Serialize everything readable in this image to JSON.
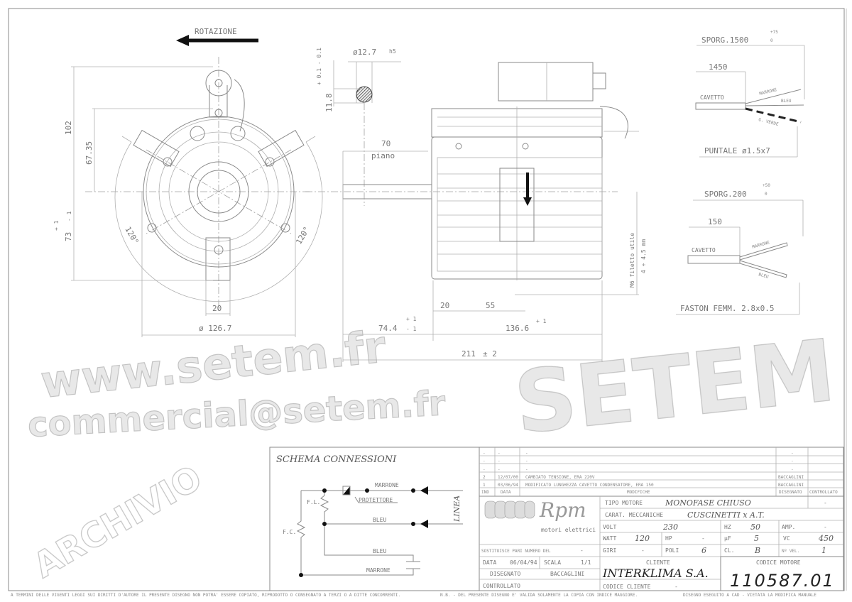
{
  "front_view": {
    "rotation_label": "ROTAZIONE",
    "dim_height_top": "102",
    "dim_height_mid": "67.35",
    "dim_height_bottom": "73",
    "dim_height_bottom_tol_plus": "+ 1",
    "dim_height_bottom_tol_minus": "- 1",
    "angle_left": "120°",
    "angle_right": "120°",
    "dim_foot_width": "20",
    "dim_diameter": "ø 126.7"
  },
  "shaft_section": {
    "diameter": "ø12.7",
    "diameter_tol": "h5",
    "flat": "11.8",
    "flat_tol": "+ 0.1  - 0.1"
  },
  "side_view": {
    "dim_flat": "70",
    "flat_label": "piano",
    "dim_20": "20",
    "dim_55": "55",
    "dim_74": "74.4",
    "dim_74_tol_plus": "+ 1",
    "dim_74_tol_minus": "- 1",
    "dim_136": "136.6",
    "dim_136_tol": "+ 1",
    "dim_total": "211",
    "dim_total_tol": "± 2",
    "thread_note": "M6 filetto utile",
    "thread_depth": "4 ÷ 4.5 mm"
  },
  "cable_main": {
    "sporg": "SPORG.1500",
    "sporg_tol_plus": "+75",
    "sporg_tol_minus": "0",
    "dim_inner": "1450",
    "cable_label": "CAVETTO",
    "wire_1": "MARRONE",
    "wire_2": "BLEU",
    "wire_3": "G. VERDE",
    "terminal": "PUNTALE ø1.5x7"
  },
  "cable_cap": {
    "sporg": "SPORG.200",
    "sporg_tol_plus": "+50",
    "sporg_tol_minus": "0",
    "dim_inner": "150",
    "cable_label": "CAVETTO",
    "wire_1": "MARRONE",
    "wire_2": "BLEU",
    "terminal": "FASTON FEMM. 2.8x0.5"
  },
  "schema": {
    "title": "SCHEMA CONNESSIONI",
    "wire_top": "MARRONE",
    "protector": "PROTETTORE",
    "wire_mid": "BLEU",
    "line": "LINEA",
    "fl": "F.L.",
    "fc": "F.C.",
    "cap_wire_1": "BLEU",
    "cap_wire_2": "MARRONE"
  },
  "revisions": {
    "rows": [
      {
        "ind": "-",
        "date": "-",
        "desc": "-",
        "drawn": "-",
        "checked": ""
      },
      {
        "ind": "-",
        "date": "-",
        "desc": "-",
        "drawn": "-",
        "checked": ""
      },
      {
        "ind": "-",
        "date": "-",
        "desc": "-",
        "drawn": "-",
        "checked": ""
      },
      {
        "ind": "2",
        "date": "12/07/00",
        "desc": "CAMBIATO TENSIONE, ERA 220V",
        "drawn": "BACCAGLINI",
        "checked": ""
      },
      {
        "ind": "1",
        "date": "03/06/94",
        "desc": "MODIFICATO LUNGHEZZA CAVETTO CONDENSATORE, ERA 150",
        "drawn": "BACCAGLINI",
        "checked": ""
      }
    ],
    "header": {
      "ind": "IND",
      "date": "DATA",
      "desc": "MODIFICHE",
      "drawn": "DISEGNATO",
      "checked": "CONTROLLATO"
    }
  },
  "logo": {
    "name": "Rpm",
    "tagline": "motori elettrici"
  },
  "title_block": {
    "motor_type_label": "TIPO MOTORE",
    "motor_type": "MONOFASE CHIUSO",
    "motor_type_extra": "-",
    "mech_label": "CARAT. MECCANICHE",
    "mech": "CUSCINETTI x A.T.",
    "volt_label": "VOLT",
    "volt": "230",
    "hz_label": "HZ",
    "hz": "50",
    "amp_label": "AMP.",
    "amp": "-",
    "watt_label": "WATT",
    "watt": "120",
    "hp_label": "HP",
    "hp": "-",
    "uf_label": "µF",
    "uf": "5",
    "vc_label": "VC",
    "vc": "450",
    "giri_label": "GIRI",
    "giri": "-",
    "poli_label": "POLI",
    "poli": "6",
    "cl_label": "CL.",
    "cl": "B",
    "nvel_label": "Nº VEL.",
    "nvel": "1",
    "replaces_label": "SOSTITUISCE PARI NUMERO DEL",
    "replaces": "-",
    "date_label": "DATA",
    "date": "06/04/94",
    "scale_label": "SCALA",
    "scale": "1/1",
    "drawn_label": "DISEGNATO",
    "drawn": "BACCAGLINI",
    "checked_label": "CONTROLLATO",
    "client_label": "CLIENTE",
    "client": "INTERKLIMA S.A.",
    "client_code_label": "CODICE CLIENTE",
    "client_code": "-",
    "motor_code_label": "CODICE MOTORE",
    "motor_code": "110587.01"
  },
  "footer": {
    "copyright": "A TERMINI DELLE VIGENTI LEGGI SUI DIRITTI D'AUTORE IL PRESENTE DISEGNO NON POTRA' ESSERE COPIATO, RIPRODOTTO O CONSEGNATO A TERZI O A DITTE CONCORRENTI.",
    "note": "N.B. - DEL PRESENTE DISEGNO E' VALIDA SOLAMENTE LA COPIA CON INDICE MAGGIORE.",
    "cad": "DISEGNO ESEGUITO A CAD - VIETATA LA MODIFICA MANUALE"
  },
  "watermarks": {
    "site": "www.setem.fr",
    "brand": "SETEM",
    "email": "commercial@setem.fr",
    "archive": "ARCHIVIO"
  }
}
